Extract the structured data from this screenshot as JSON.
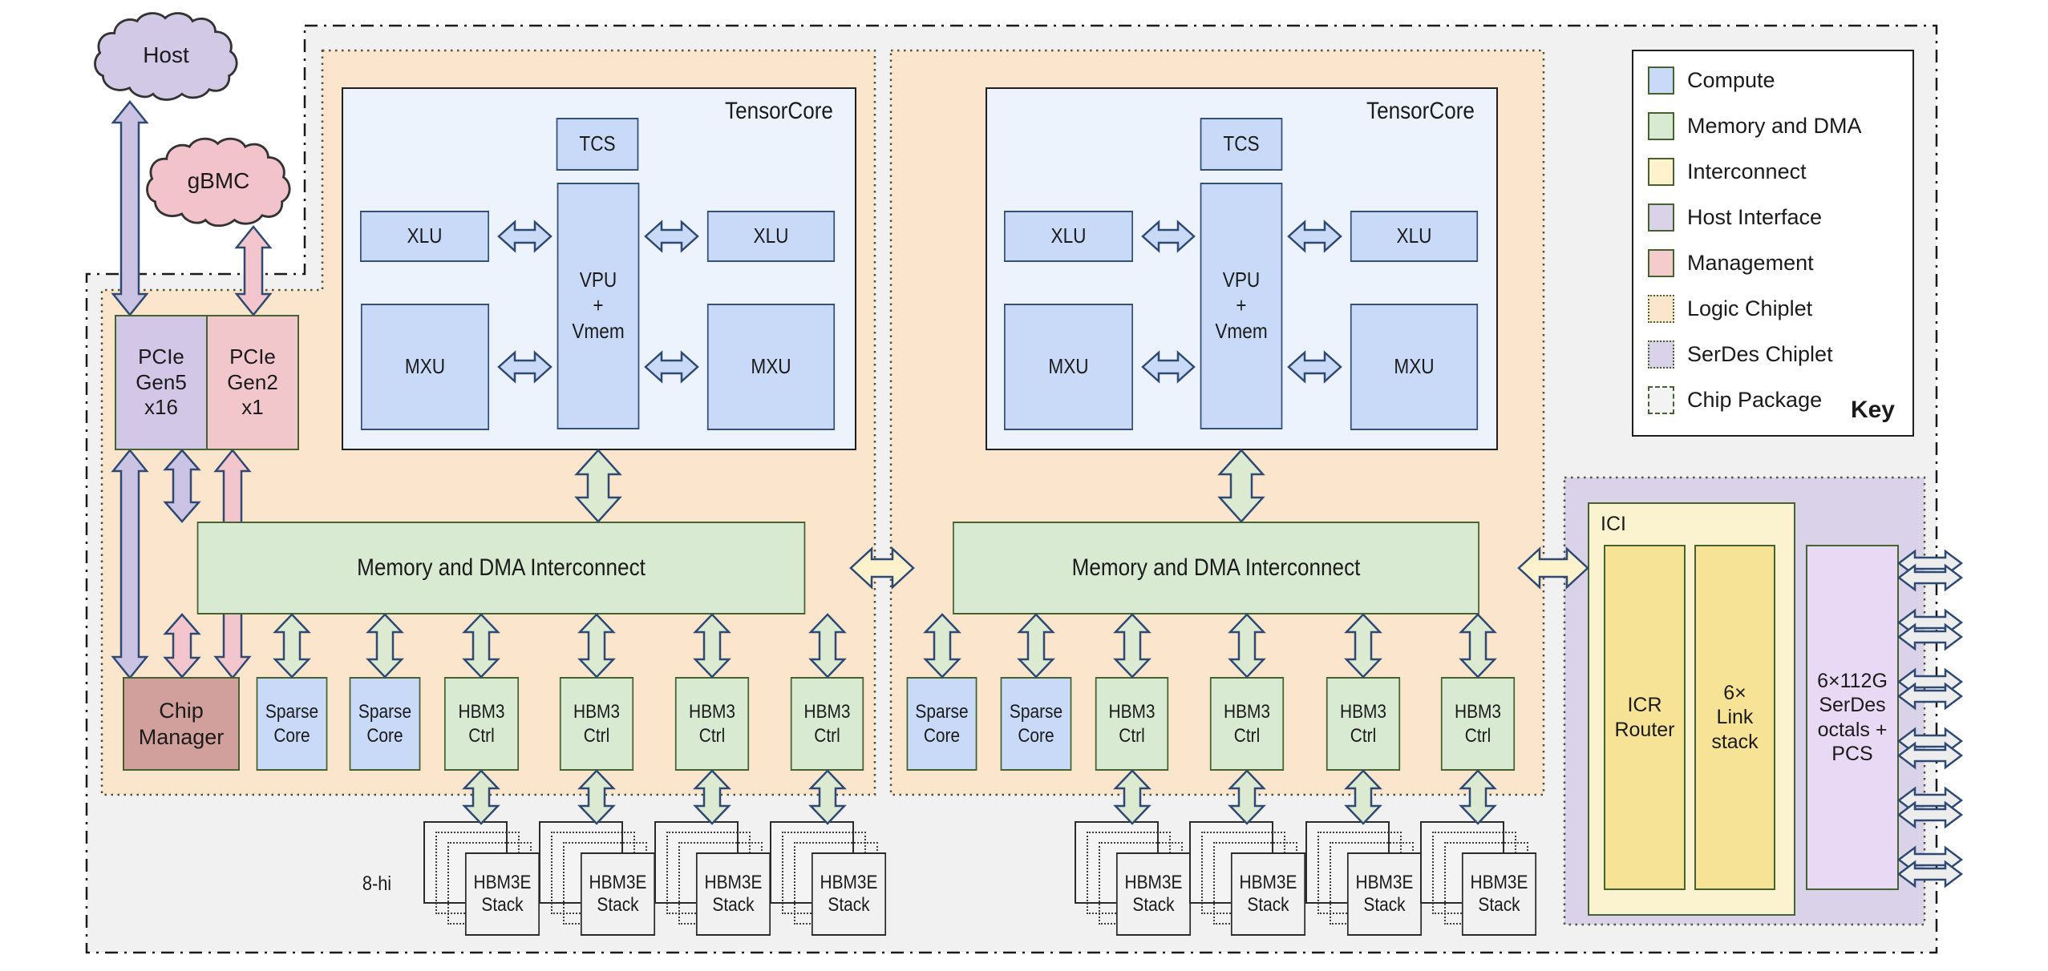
{
  "clouds": {
    "host": "Host",
    "gbmc": "gBMC"
  },
  "host_interface": {
    "pcie5": "PCIe\nGen5\nx16",
    "pcie2": "PCIe\nGen2\nx1"
  },
  "management": {
    "chip_manager": "Chip\nManager"
  },
  "tensorcore": {
    "title": "TensorCore",
    "tcs": "TCS",
    "xlu": "XLU",
    "vpu": "VPU\n+\nVmem",
    "mxu": "MXU"
  },
  "interconnect": {
    "bar_label": "Memory and DMA Interconnect"
  },
  "bottom_row": {
    "sparse_core": "Sparse\nCore",
    "hbm_ctrl": "HBM3\nCtrl",
    "hbm_stack": "HBM3E\nStack",
    "stack_height_note": "8-hi"
  },
  "ici": {
    "title": "ICI",
    "icr_router": "ICR\nRouter",
    "link_stack": "6×\nLink\nstack"
  },
  "serdes": {
    "box": "6×112G\nSerDes\noctals +\nPCS"
  },
  "legend": {
    "title": "Key",
    "items": [
      {
        "label": "Compute",
        "color": "#c9daf8",
        "border": "solid"
      },
      {
        "label": "Memory and DMA",
        "color": "#d9ead3",
        "border": "solid"
      },
      {
        "label": "Interconnect",
        "color": "#fff2cc",
        "border": "solid"
      },
      {
        "label": "Host Interface",
        "color": "#d9d2e9",
        "border": "solid"
      },
      {
        "label": "Management",
        "color": "#f4cccc",
        "border": "solid"
      },
      {
        "label": "Logic Chiplet",
        "color": "#fce5cd",
        "border": "dotted"
      },
      {
        "label": "SerDes Chiplet",
        "color": "#d9d2e9",
        "border": "dotted"
      },
      {
        "label": "Chip Package",
        "color": "#f3f3f3",
        "border": "dash-dot"
      }
    ]
  },
  "colors": {
    "compute_fill": "#c9daf8",
    "memory_fill": "#d9ead3",
    "interconnect_fill": "#fff2cc",
    "host_fill": "#d9d2e9",
    "management_fill": "#f4cccc",
    "chip_manager_fill": "#d2a09c",
    "logic_chiplet_fill": "#fbe5cc",
    "serdes_chiplet_fill": "#d9d2e9",
    "serdes_box_fill": "#ead9f5",
    "ici_outer_fill": "#fbf3cf",
    "ici_inner_fill": "#f7e396",
    "package_fill": "#f1f1f2",
    "arrow_outline": "#2e4a73",
    "arrow_gray_fill": "#ededed",
    "green_border": "#44632f"
  }
}
